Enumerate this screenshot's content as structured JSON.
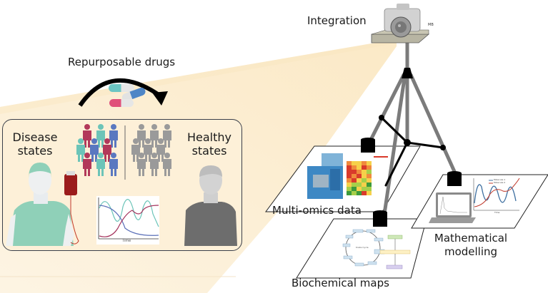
{
  "figure": {
    "title_integration": "Integration",
    "camera_plate_label": "MB",
    "left_panel": {
      "arrow_label": "Repurposable drugs",
      "disease_label_line1": "Disease",
      "disease_label_line2": "states",
      "healthy_label_line1": "Healthy",
      "healthy_label_line2": "states",
      "mini_chart_xlabel": "Time"
    },
    "platforms": [
      {
        "id": "multi-omics",
        "label": "Multi-omics data"
      },
      {
        "id": "biochemical",
        "label": "Biochemical maps",
        "center_text": "Krebs Cycle"
      },
      {
        "id": "modelling",
        "label_line1": "Mathematical",
        "label_line2": "modelling",
        "legend": [
          "Molecule 1",
          "Molecule 2"
        ],
        "xlabel": "Time"
      }
    ],
    "colors": {
      "beam": "#fdf3df",
      "panel_bg": "#fdf0d8",
      "crimson": "#b2385a",
      "teal": "#6cc4b8",
      "blue": "#5a78c0",
      "gray_person": "#9a9a9a",
      "tripod": "#7a7a7a"
    }
  }
}
